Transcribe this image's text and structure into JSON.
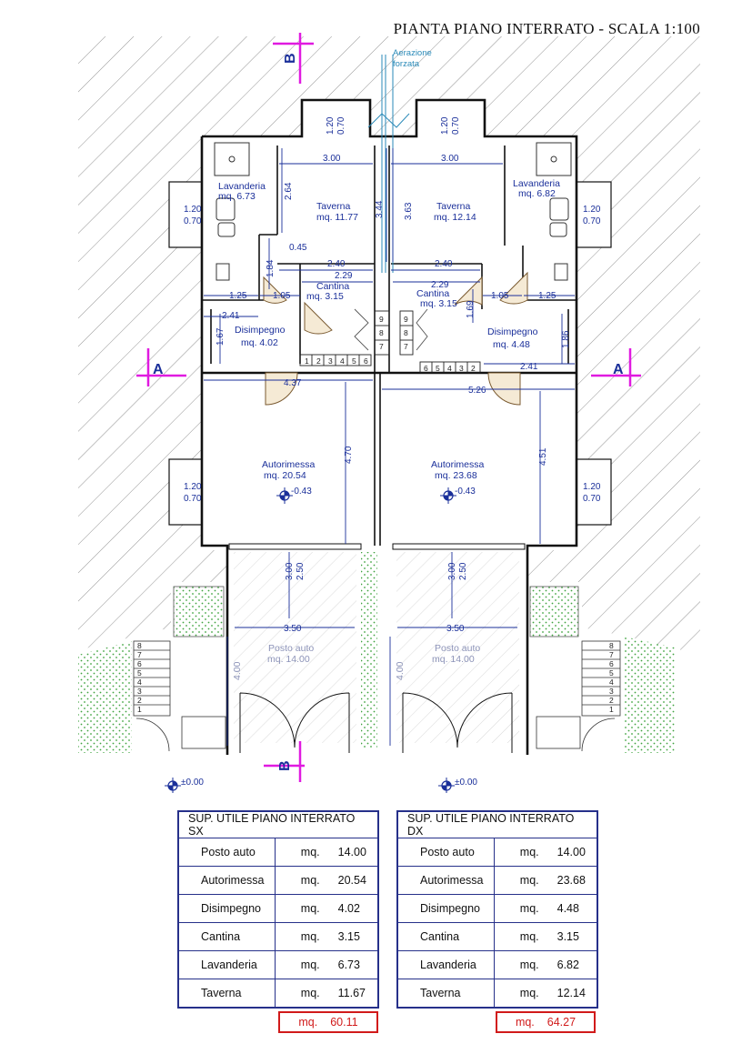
{
  "title": "PIANTA PIANO INTERRATO - SCALA 1:100",
  "note_aerazione": [
    "Aerazione",
    "forzata"
  ],
  "section_labels": {
    "a": "A",
    "b": "B"
  },
  "window_dims": {
    "w": "1.20",
    "h": "0.70"
  },
  "level_zero": "±0.00",
  "level_garage": "-0.43",
  "rooms": {
    "sx": {
      "lavanderia": [
        "Lavanderia",
        "mq. 6.73"
      ],
      "taverna": [
        "Taverna",
        "mq. 11.77"
      ],
      "cantina": [
        "Cantina",
        "mq. 3.15"
      ],
      "disimpegno": [
        "Disimpegno",
        "mq. 4.02"
      ],
      "autorimessa": [
        "Autorimessa",
        "mq. 20.54"
      ],
      "posto": [
        "Posto auto",
        "mq. 14.00"
      ]
    },
    "dx": {
      "lavanderia": [
        "Lavanderia",
        "mq. 6.82"
      ],
      "taverna": [
        "Taverna",
        "mq. 12.14"
      ],
      "cantina": [
        "Cantina",
        "mq. 3.15"
      ],
      "disimpegno": [
        "Disimpegno",
        "mq. 4.48"
      ],
      "autorimessa": [
        "Autorimessa",
        "mq. 23.68"
      ],
      "posto": [
        "Posto auto",
        "mq. 14.00"
      ]
    }
  },
  "dims": {
    "sx_taverna_w": "3.00",
    "sx_taverna_h": "3.44",
    "sx_lav_h": "2.64",
    "sx_045": "0.45",
    "sx_240": "2.40",
    "sx_184": "1.84",
    "sx_229": "2.29",
    "sx_125": "1.25",
    "sx_105": "1.05",
    "sx_241": "2.41",
    "sx_167": "1.67",
    "sx_437": "4.37",
    "sx_470": "4.70",
    "dx_taverna_w": "3.00",
    "dx_taverna_h": "3.63",
    "dx_240": "2.40",
    "dx_229": "2.29",
    "dx_169": "1.69",
    "dx_105": "1.05",
    "dx_125": "1.25",
    "dx_186": "1.86",
    "dx_241": "2.41",
    "dx_526": "5.26",
    "dx_451": "4.51",
    "pk_300": "3.00",
    "pk_250": "2.50",
    "pk_350": "3.50",
    "pk_400": "4.00"
  },
  "stairs": {
    "sx_bottom": [
      "1",
      "2",
      "3",
      "4",
      "5",
      "6"
    ],
    "sx_side": [
      "9",
      "8",
      "7"
    ],
    "dx_side": [
      "9",
      "8",
      "7"
    ],
    "dx_bottom": [
      "6",
      "5",
      "4",
      "3",
      "2"
    ],
    "ext": [
      "8",
      "7",
      "6",
      "5",
      "4",
      "3",
      "2",
      "1"
    ]
  },
  "table_sx": {
    "header": "SUP. UTILE PIANO INTERRATO  SX",
    "rows": [
      {
        "label": "Posto auto",
        "unit": "mq.",
        "value": "14.00"
      },
      {
        "label": "Autorimessa",
        "unit": "mq.",
        "value": "20.54"
      },
      {
        "label": "Disimpegno",
        "unit": "mq.",
        "value": "4.02"
      },
      {
        "label": "Cantina",
        "unit": "mq.",
        "value": "3.15"
      },
      {
        "label": "Lavanderia",
        "unit": "mq.",
        "value": "6.73"
      },
      {
        "label": "Taverna",
        "unit": "mq.",
        "value": "11.67"
      }
    ],
    "total": {
      "unit": "mq.",
      "value": "60.11"
    }
  },
  "table_dx": {
    "header": "SUP. UTILE PIANO INTERRATO  DX",
    "rows": [
      {
        "label": "Posto auto",
        "unit": "mq.",
        "value": "14.00"
      },
      {
        "label": "Autorimessa",
        "unit": "mq.",
        "value": "23.68"
      },
      {
        "label": "Disimpegno",
        "unit": "mq.",
        "value": "4.48"
      },
      {
        "label": "Cantina",
        "unit": "mq.",
        "value": "3.15"
      },
      {
        "label": "Lavanderia",
        "unit": "mq.",
        "value": "6.82"
      },
      {
        "label": "Taverna",
        "unit": "mq.",
        "value": "12.14"
      }
    ],
    "total": {
      "unit": "mq.",
      "value": "64.27"
    }
  },
  "colors": {
    "wall": "#111111",
    "dimension": "#1a2f9a",
    "section": "#e01ae0",
    "total_border": "#d11a1a",
    "green": "#4caa4c"
  }
}
